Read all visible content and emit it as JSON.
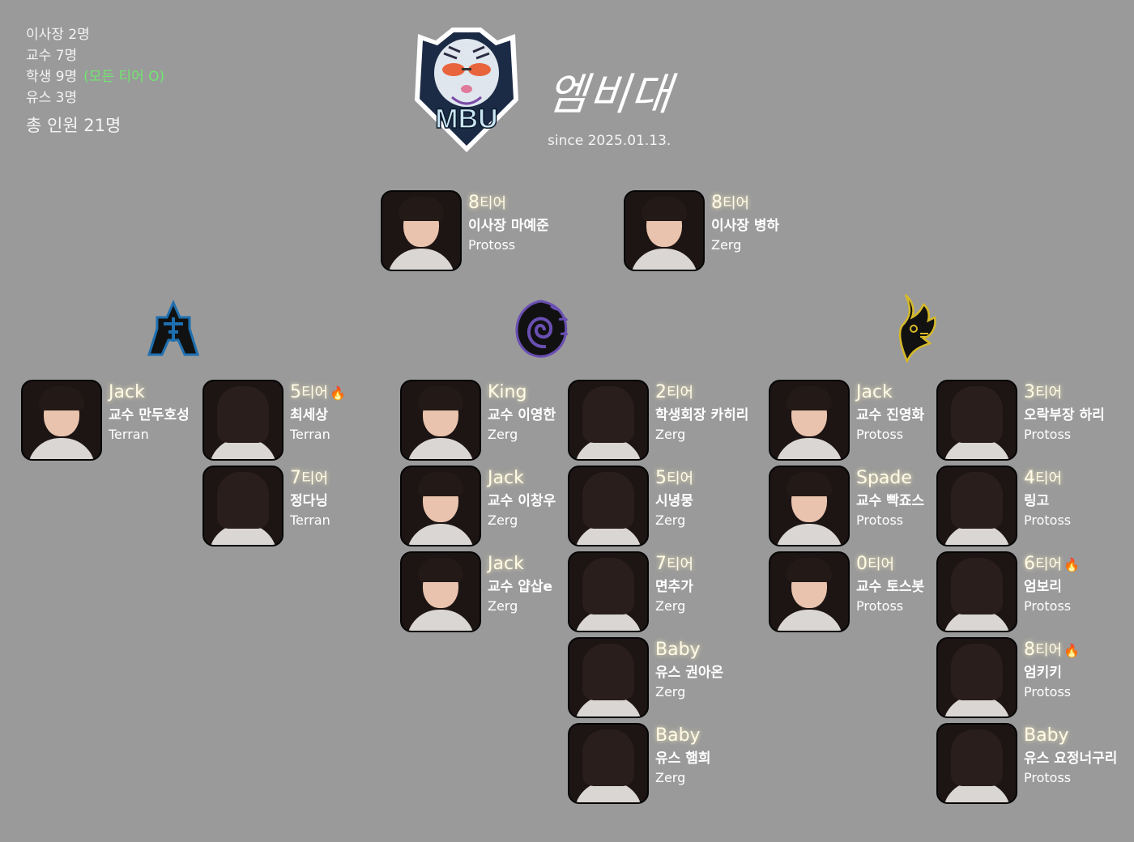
{
  "stats": {
    "directors": "이사장 2명",
    "professors": "교수 7명",
    "students": "학생 9명",
    "students_note": "(모든 티어 O)",
    "youth": "유스 3명",
    "total": "총 인원 21명"
  },
  "header": {
    "logo_text": "MBU",
    "title": "엠비대",
    "since": "since 2025.01.13."
  },
  "colors": {
    "background": "#9a9a9a",
    "note_green": "#6ee86e",
    "terran": "#1e6fb0",
    "zerg": "#6a4fb3",
    "protoss": "#d6b928"
  },
  "directors": [
    {
      "tier_num": "8",
      "tier_suffix": "티어",
      "name": "이사장 마예준",
      "race": "Protoss"
    },
    {
      "tier_num": "8",
      "tier_suffix": "티어",
      "name": "이사장 병하",
      "race": "Zerg"
    }
  ],
  "races": {
    "terran": {
      "icon": "terran-icon"
    },
    "zerg": {
      "icon": "zerg-icon"
    },
    "protoss": {
      "icon": "protoss-icon"
    }
  },
  "terran_col1": [
    {
      "tier_num": "Jack",
      "tier_suffix": "",
      "name": "교수 만두호성",
      "race": "Terran",
      "fire": false
    }
  ],
  "terran_col2": [
    {
      "tier_num": "5",
      "tier_suffix": "티어",
      "name": "최세상",
      "race": "Terran",
      "fire": true
    },
    {
      "tier_num": "7",
      "tier_suffix": "티어",
      "name": "정다닝",
      "race": "Terran",
      "fire": false
    }
  ],
  "zerg_col1": [
    {
      "tier_num": "King",
      "tier_suffix": "",
      "name": "교수 이영한",
      "race": "Zerg",
      "fire": false
    },
    {
      "tier_num": "Jack",
      "tier_suffix": "",
      "name": "교수 이창우",
      "race": "Zerg",
      "fire": false
    },
    {
      "tier_num": "Jack",
      "tier_suffix": "",
      "name": "교수 얍삽e",
      "race": "Zerg",
      "fire": false
    }
  ],
  "zerg_col2": [
    {
      "tier_num": "2",
      "tier_suffix": "티어",
      "name": "학생회장 카히리",
      "race": "Zerg",
      "fire": false
    },
    {
      "tier_num": "5",
      "tier_suffix": "티어",
      "name": "시녕뭉",
      "race": "Zerg",
      "fire": false
    },
    {
      "tier_num": "7",
      "tier_suffix": "티어",
      "name": "면추가",
      "race": "Zerg",
      "fire": false
    },
    {
      "tier_num": "Baby",
      "tier_suffix": "",
      "name": "유스 권아온",
      "race": "Zerg",
      "fire": false
    },
    {
      "tier_num": "Baby",
      "tier_suffix": "",
      "name": "유스 햄희",
      "race": "Zerg",
      "fire": false
    }
  ],
  "protoss_col1": [
    {
      "tier_num": "Jack",
      "tier_suffix": "",
      "name": "교수 진영화",
      "race": "Protoss",
      "fire": false
    },
    {
      "tier_num": "Spade",
      "tier_suffix": "",
      "name": "교수 빡죠스",
      "race": "Protoss",
      "fire": false
    },
    {
      "tier_num": "0",
      "tier_suffix": "티어",
      "name": "교수 토스봇",
      "race": "Protoss",
      "fire": false
    }
  ],
  "protoss_col2": [
    {
      "tier_num": "3",
      "tier_suffix": "티어",
      "name": "오락부장 하리",
      "race": "Protoss",
      "fire": false
    },
    {
      "tier_num": "4",
      "tier_suffix": "티어",
      "name": "링고",
      "race": "Protoss",
      "fire": false
    },
    {
      "tier_num": "6",
      "tier_suffix": "티어",
      "name": "엄보리",
      "race": "Protoss",
      "fire": true
    },
    {
      "tier_num": "8",
      "tier_suffix": "티어",
      "name": "엄키키",
      "race": "Protoss",
      "fire": true
    },
    {
      "tier_num": "Baby",
      "tier_suffix": "",
      "name": "유스 요정너구리",
      "race": "Protoss",
      "fire": false
    }
  ],
  "fire_emoji": "🔥"
}
